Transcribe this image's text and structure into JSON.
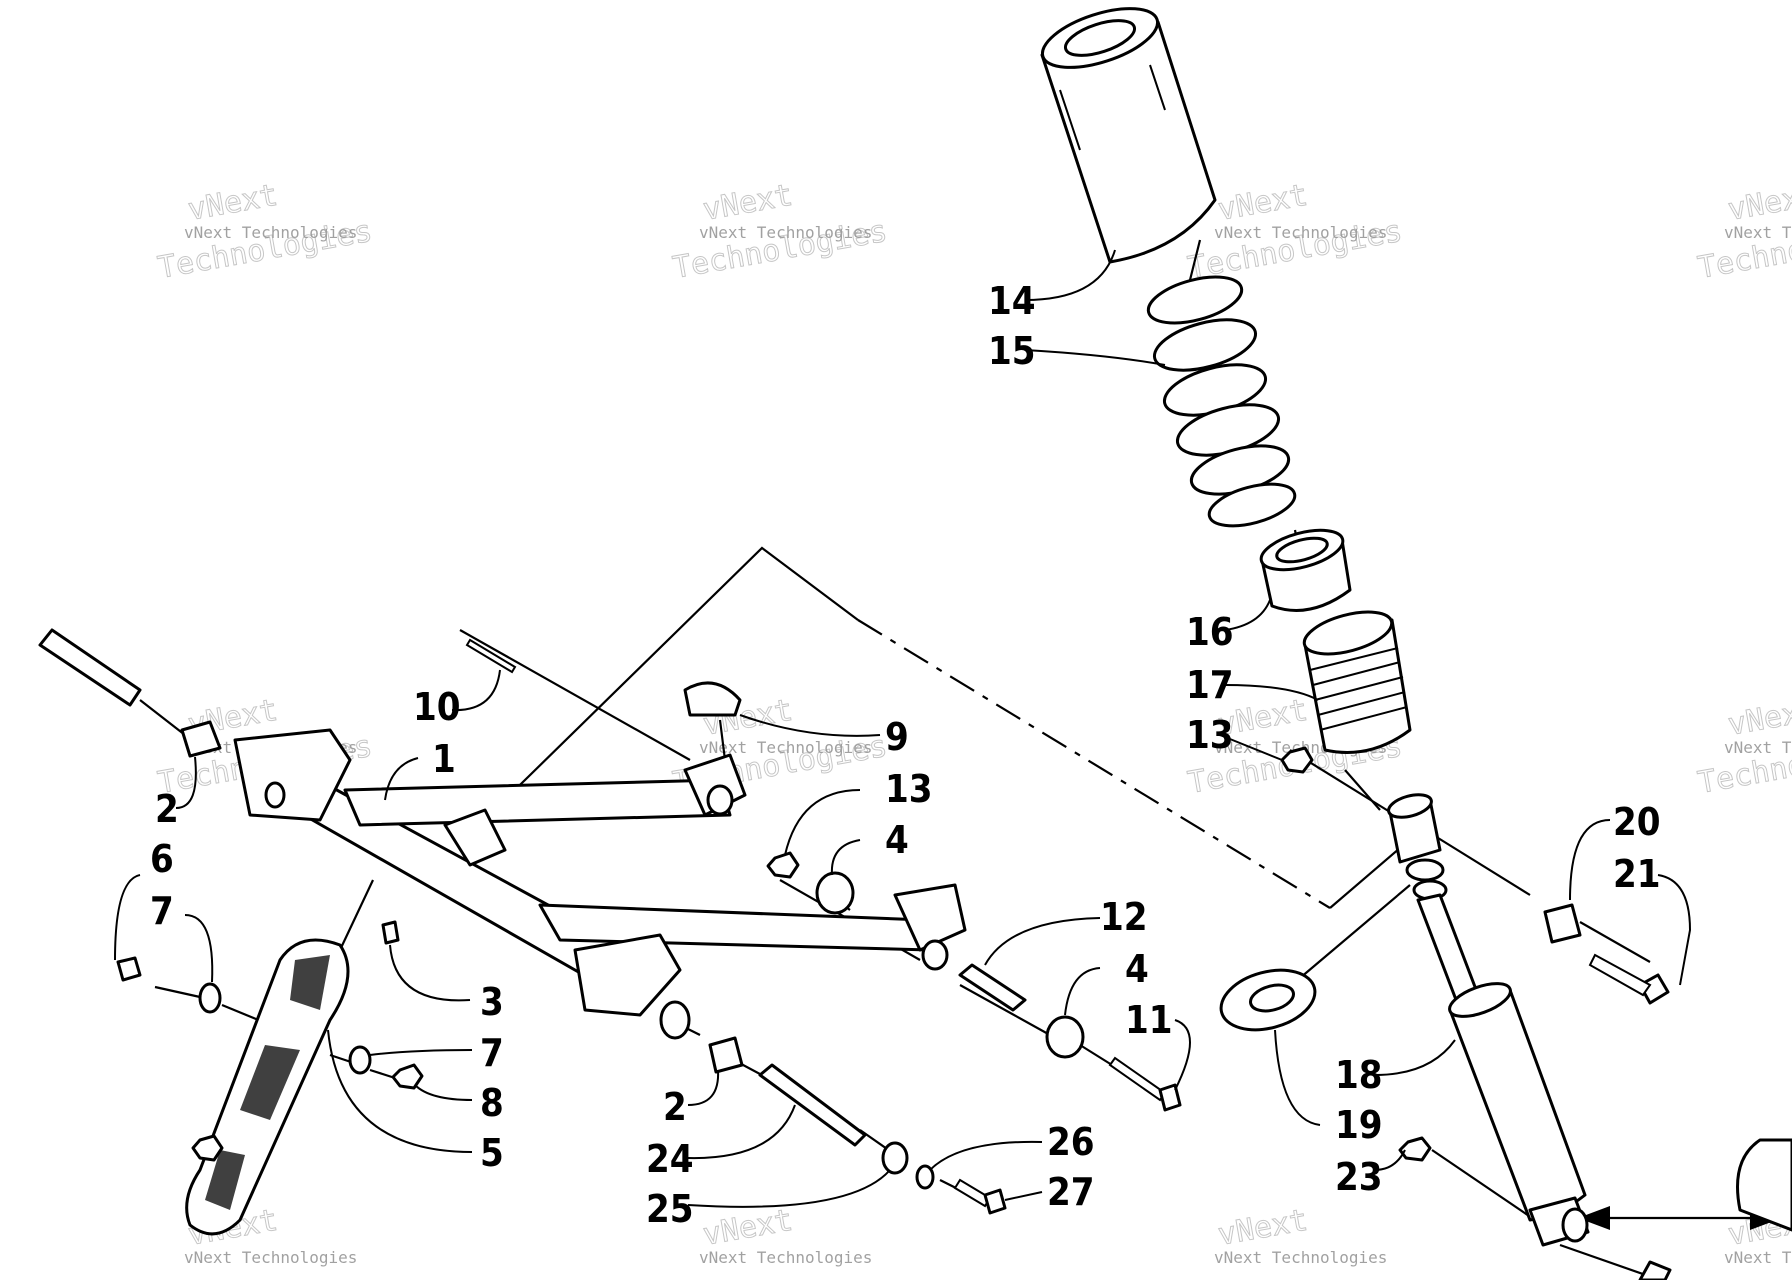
{
  "diagram": {
    "callouts": [
      {
        "id": "c14",
        "label": "14"
      },
      {
        "id": "c15",
        "label": "15"
      },
      {
        "id": "c16",
        "label": "16"
      },
      {
        "id": "c17",
        "label": "17"
      },
      {
        "id": "c13a",
        "label": "13"
      },
      {
        "id": "c20",
        "label": "20"
      },
      {
        "id": "c21",
        "label": "21"
      },
      {
        "id": "c18",
        "label": "18"
      },
      {
        "id": "c19",
        "label": "19"
      },
      {
        "id": "c23",
        "label": "23"
      },
      {
        "id": "c10",
        "label": "10"
      },
      {
        "id": "c9",
        "label": "9"
      },
      {
        "id": "c1",
        "label": "1"
      },
      {
        "id": "c2a",
        "label": "2"
      },
      {
        "id": "c13b",
        "label": "13"
      },
      {
        "id": "c4a",
        "label": "4"
      },
      {
        "id": "c6",
        "label": "6"
      },
      {
        "id": "c7a",
        "label": "7"
      },
      {
        "id": "c12",
        "label": "12"
      },
      {
        "id": "c4b",
        "label": "4"
      },
      {
        "id": "c11",
        "label": "11"
      },
      {
        "id": "c3",
        "label": "3"
      },
      {
        "id": "c7b",
        "label": "7"
      },
      {
        "id": "c8",
        "label": "8"
      },
      {
        "id": "c5",
        "label": "5"
      },
      {
        "id": "c2b",
        "label": "2"
      },
      {
        "id": "c24",
        "label": "24"
      },
      {
        "id": "c25",
        "label": "25"
      },
      {
        "id": "c26",
        "label": "26"
      },
      {
        "id": "c27",
        "label": "27"
      }
    ],
    "watermark": {
      "line1": "vNext",
      "line2": "vNext Technologies",
      "line3": "Technologies"
    }
  }
}
